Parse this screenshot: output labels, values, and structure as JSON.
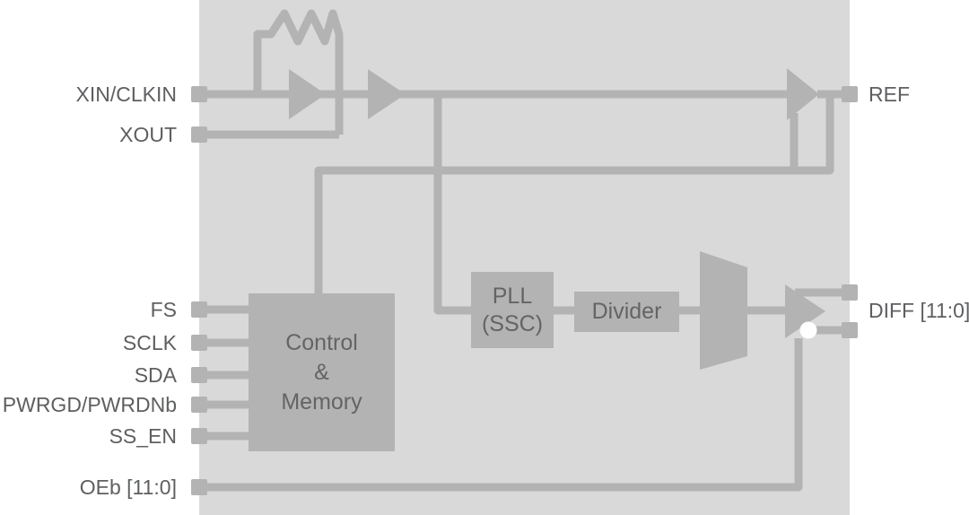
{
  "diagram_type": "ic-functional-block-diagram",
  "colors": {
    "page_background": "#ffffff",
    "chip_fill": "#d9d9d9",
    "shape_and_wire_fill": "#b3b3b3",
    "pin_label_text": "#5e5f61",
    "block_label_text": "#646466",
    "inversion_bubble_fill": "#ffffff"
  },
  "pins": {
    "left": [
      {
        "id": "xin_clkin",
        "label": "XIN/CLKIN"
      },
      {
        "id": "xout",
        "label": "XOUT"
      },
      {
        "id": "fs",
        "label": "FS"
      },
      {
        "id": "sclk",
        "label": "SCLK"
      },
      {
        "id": "sda",
        "label": "SDA"
      },
      {
        "id": "pwrgd_pwrdnb",
        "label": "PWRGD/PWRDNb"
      },
      {
        "id": "ss_en",
        "label": "SS_EN"
      },
      {
        "id": "oeb",
        "label": "OEb [11:0]"
      }
    ],
    "right": [
      {
        "id": "ref",
        "label": "REF"
      },
      {
        "id": "diff",
        "label": "DIFF [11:0]"
      }
    ]
  },
  "blocks": {
    "control_memory": {
      "lines": [
        "Control",
        "&",
        "Memory"
      ]
    },
    "pll": {
      "lines": [
        "PLL",
        "(SSC)"
      ]
    },
    "divider": {
      "label": "Divider"
    }
  },
  "symbols": [
    "crystal-feedback-resistor",
    "oscillator-amplifier-triangle",
    "input-buffer-triangle",
    "ref-output-buffer-triangle",
    "output-mux-trapezoid",
    "diff-output-buffer-triangle",
    "inversion-bubble"
  ]
}
